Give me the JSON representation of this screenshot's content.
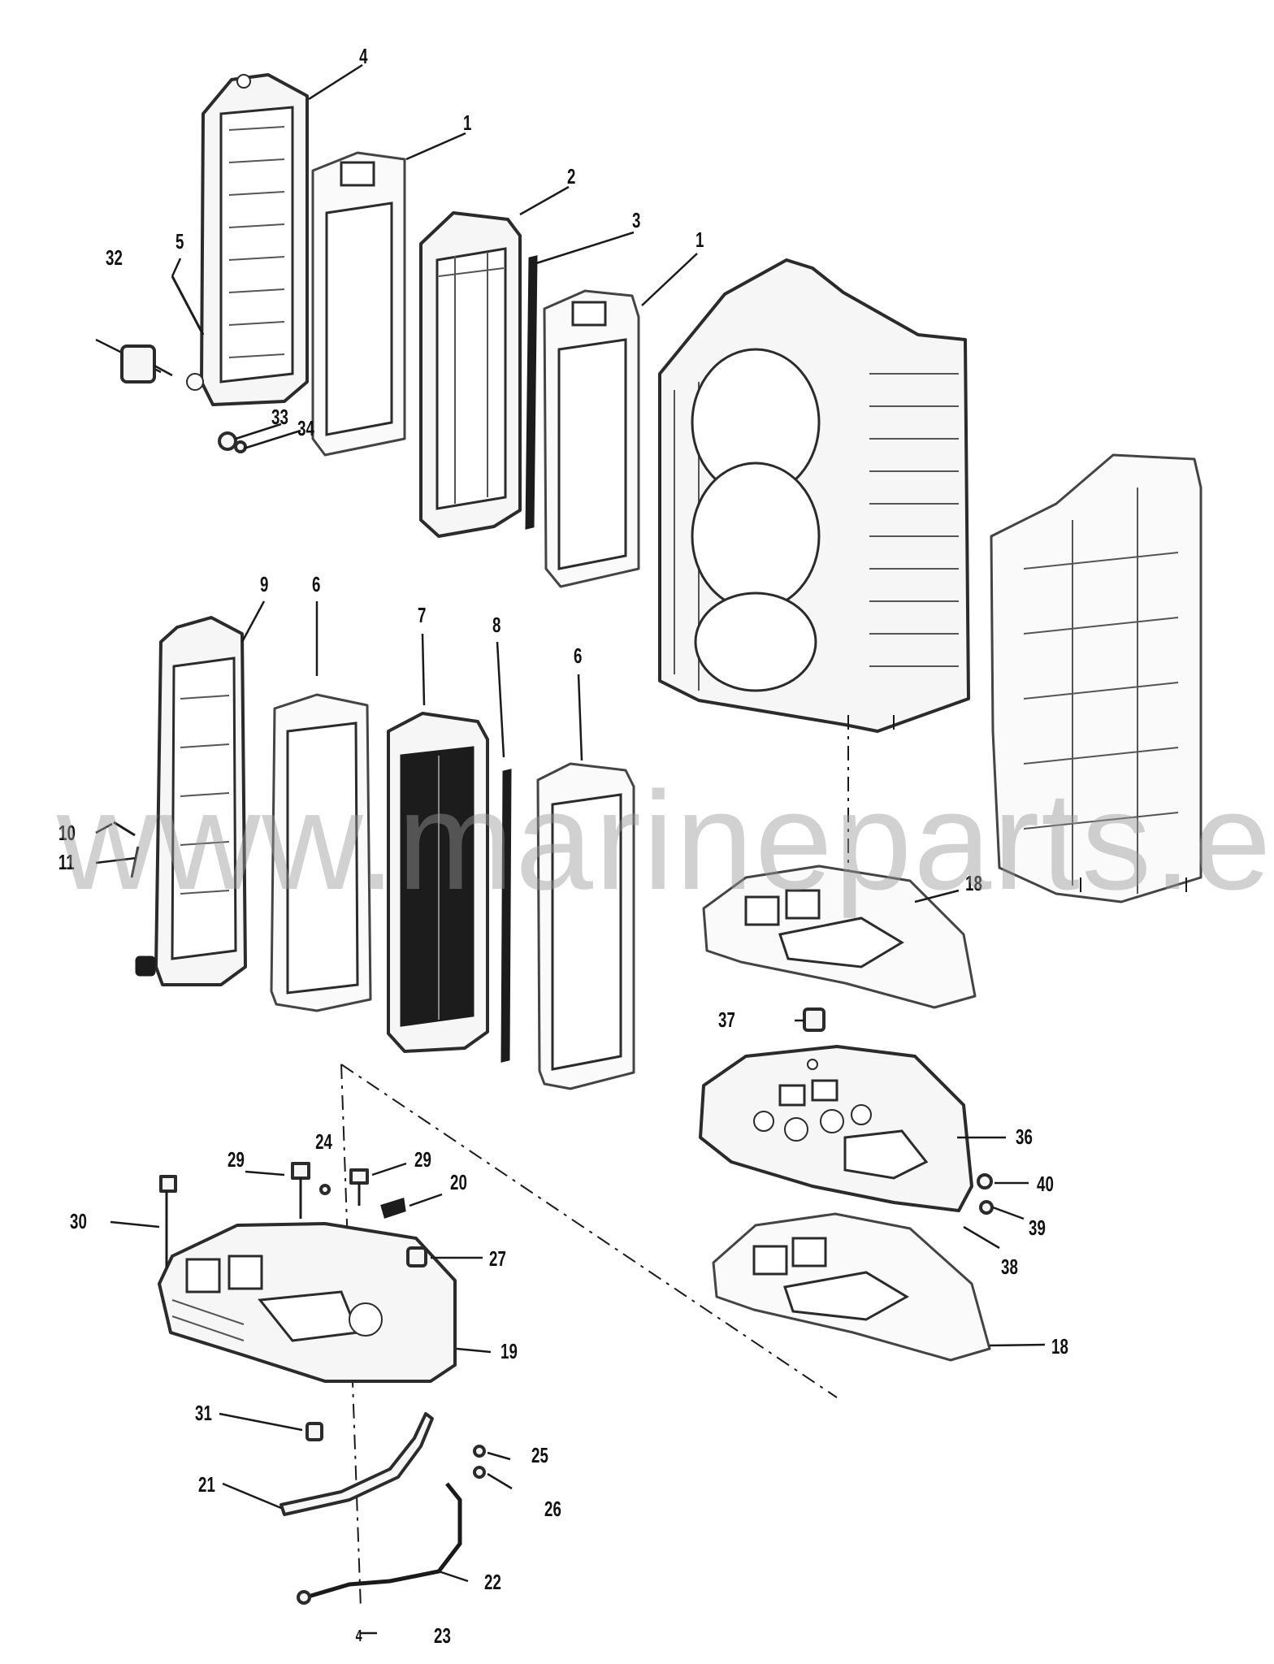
{
  "watermark": "www.marineparts.eu",
  "callouts": {
    "c1a": "1",
    "c1b": "1",
    "c2": "2",
    "c3": "3",
    "c4": "4",
    "c5": "5",
    "c6a": "6",
    "c6b": "6",
    "c7": "7",
    "c8": "8",
    "c9": "9",
    "c10": "10",
    "c11": "11",
    "c18a": "18",
    "c18b": "18",
    "c19": "19",
    "c20": "20",
    "c21": "21",
    "c22": "22",
    "c23": "23",
    "c24": "24",
    "c25": "25",
    "c26": "26",
    "c27": "27",
    "c29a": "29",
    "c29b": "29",
    "c30": "30",
    "c31": "31",
    "c32": "32",
    "c33": "33",
    "c34": "34",
    "c36": "36",
    "c37": "37",
    "c38": "38",
    "c39": "39",
    "c40": "40"
  }
}
